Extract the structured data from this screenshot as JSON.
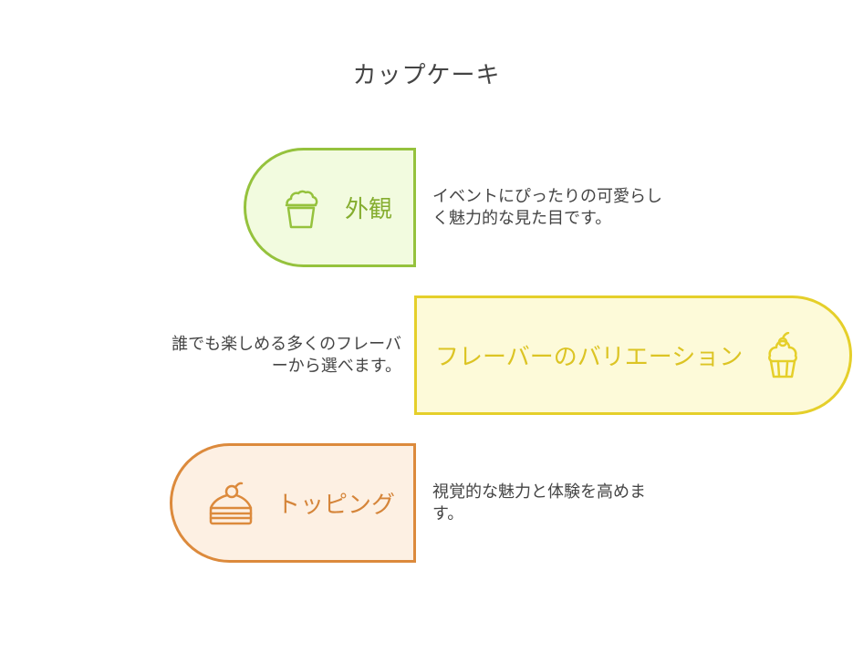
{
  "title": "カップケーキ",
  "items": [
    {
      "label": "外観",
      "icon": "muffin-icon",
      "description_lines": [
        "イベントにぴったりの可愛らし",
        "く魅力的な見た目です。"
      ],
      "color": "#95c23d"
    },
    {
      "label": "フレーバーのバリエーション",
      "icon": "cupcake-cherry-icon",
      "description_lines": [
        "誰でも楽しめる多くのフレーバ",
        "ーから選べます。"
      ],
      "color": "#e5cf2a"
    },
    {
      "label": "トッピング",
      "icon": "cake-slice-icon",
      "description_lines": [
        "視覚的な魅力と体験を高めま",
        "す。"
      ],
      "color": "#dc8a3c"
    }
  ]
}
